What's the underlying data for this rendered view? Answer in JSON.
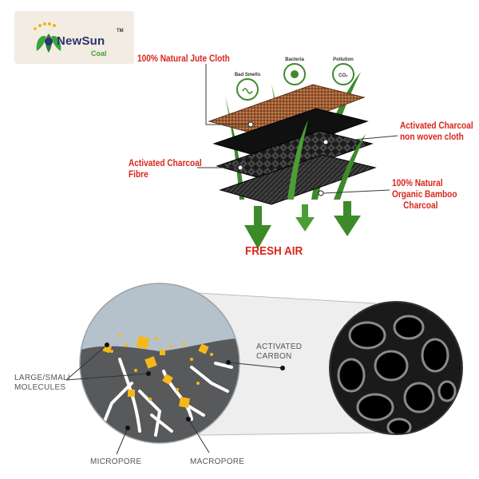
{
  "brand": {
    "name": "NewSun",
    "tm": "TM",
    "sub": "Coal"
  },
  "badges": {
    "bad_smells": "Bad Smells",
    "bacteria": "Bacteria",
    "pollution": "Pollution",
    "co2": "CO₂"
  },
  "layers": {
    "jute": "100% Natural Jute Cloth",
    "fibre_line1": "Activated Charcoal",
    "fibre_line2": "Fibre",
    "nonwoven_line1": "Activated Charcoal",
    "nonwoven_line2": "non woven cloth",
    "bamboo_line1": "100% Natural",
    "bamboo_line2": "Organic Bamboo",
    "bamboo_line3": "Charcoal"
  },
  "fresh_air": "FRESH AIR",
  "pore_diagram": {
    "activated_line1": "ACTIVATED",
    "activated_line2": "CARBON",
    "molecules_line1": "LARGE/SMALL",
    "molecules_line2": "MOLECULES",
    "micropore": "MICROPORE",
    "macropore": "MACROPORE"
  },
  "colors": {
    "label_red": "#d8261b",
    "arrow_green": "#3c8a2a",
    "jute_brown": "#9b5a33",
    "carbon_grey": "#58595b",
    "molecule_yellow": "#f5b819"
  }
}
